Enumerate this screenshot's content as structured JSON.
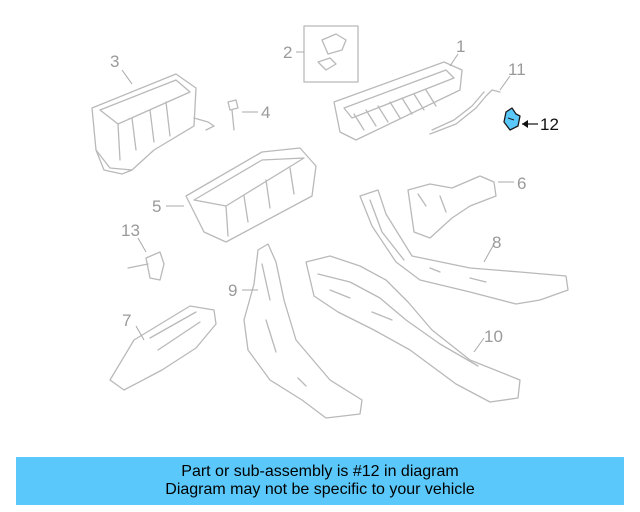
{
  "callouts": {
    "c1": "1",
    "c2": "2",
    "c3": "3",
    "c4": "4",
    "c5": "5",
    "c6": "6",
    "c7": "7",
    "c8": "8",
    "c9": "9",
    "c10": "10",
    "c11": "11",
    "c12": "12",
    "c13": "13"
  },
  "highlight_color": "#5ac8fa",
  "banner": {
    "line1": "Part or sub-assembly is #12 in diagram",
    "line2": "Diagram may not be specific to your vehicle"
  }
}
